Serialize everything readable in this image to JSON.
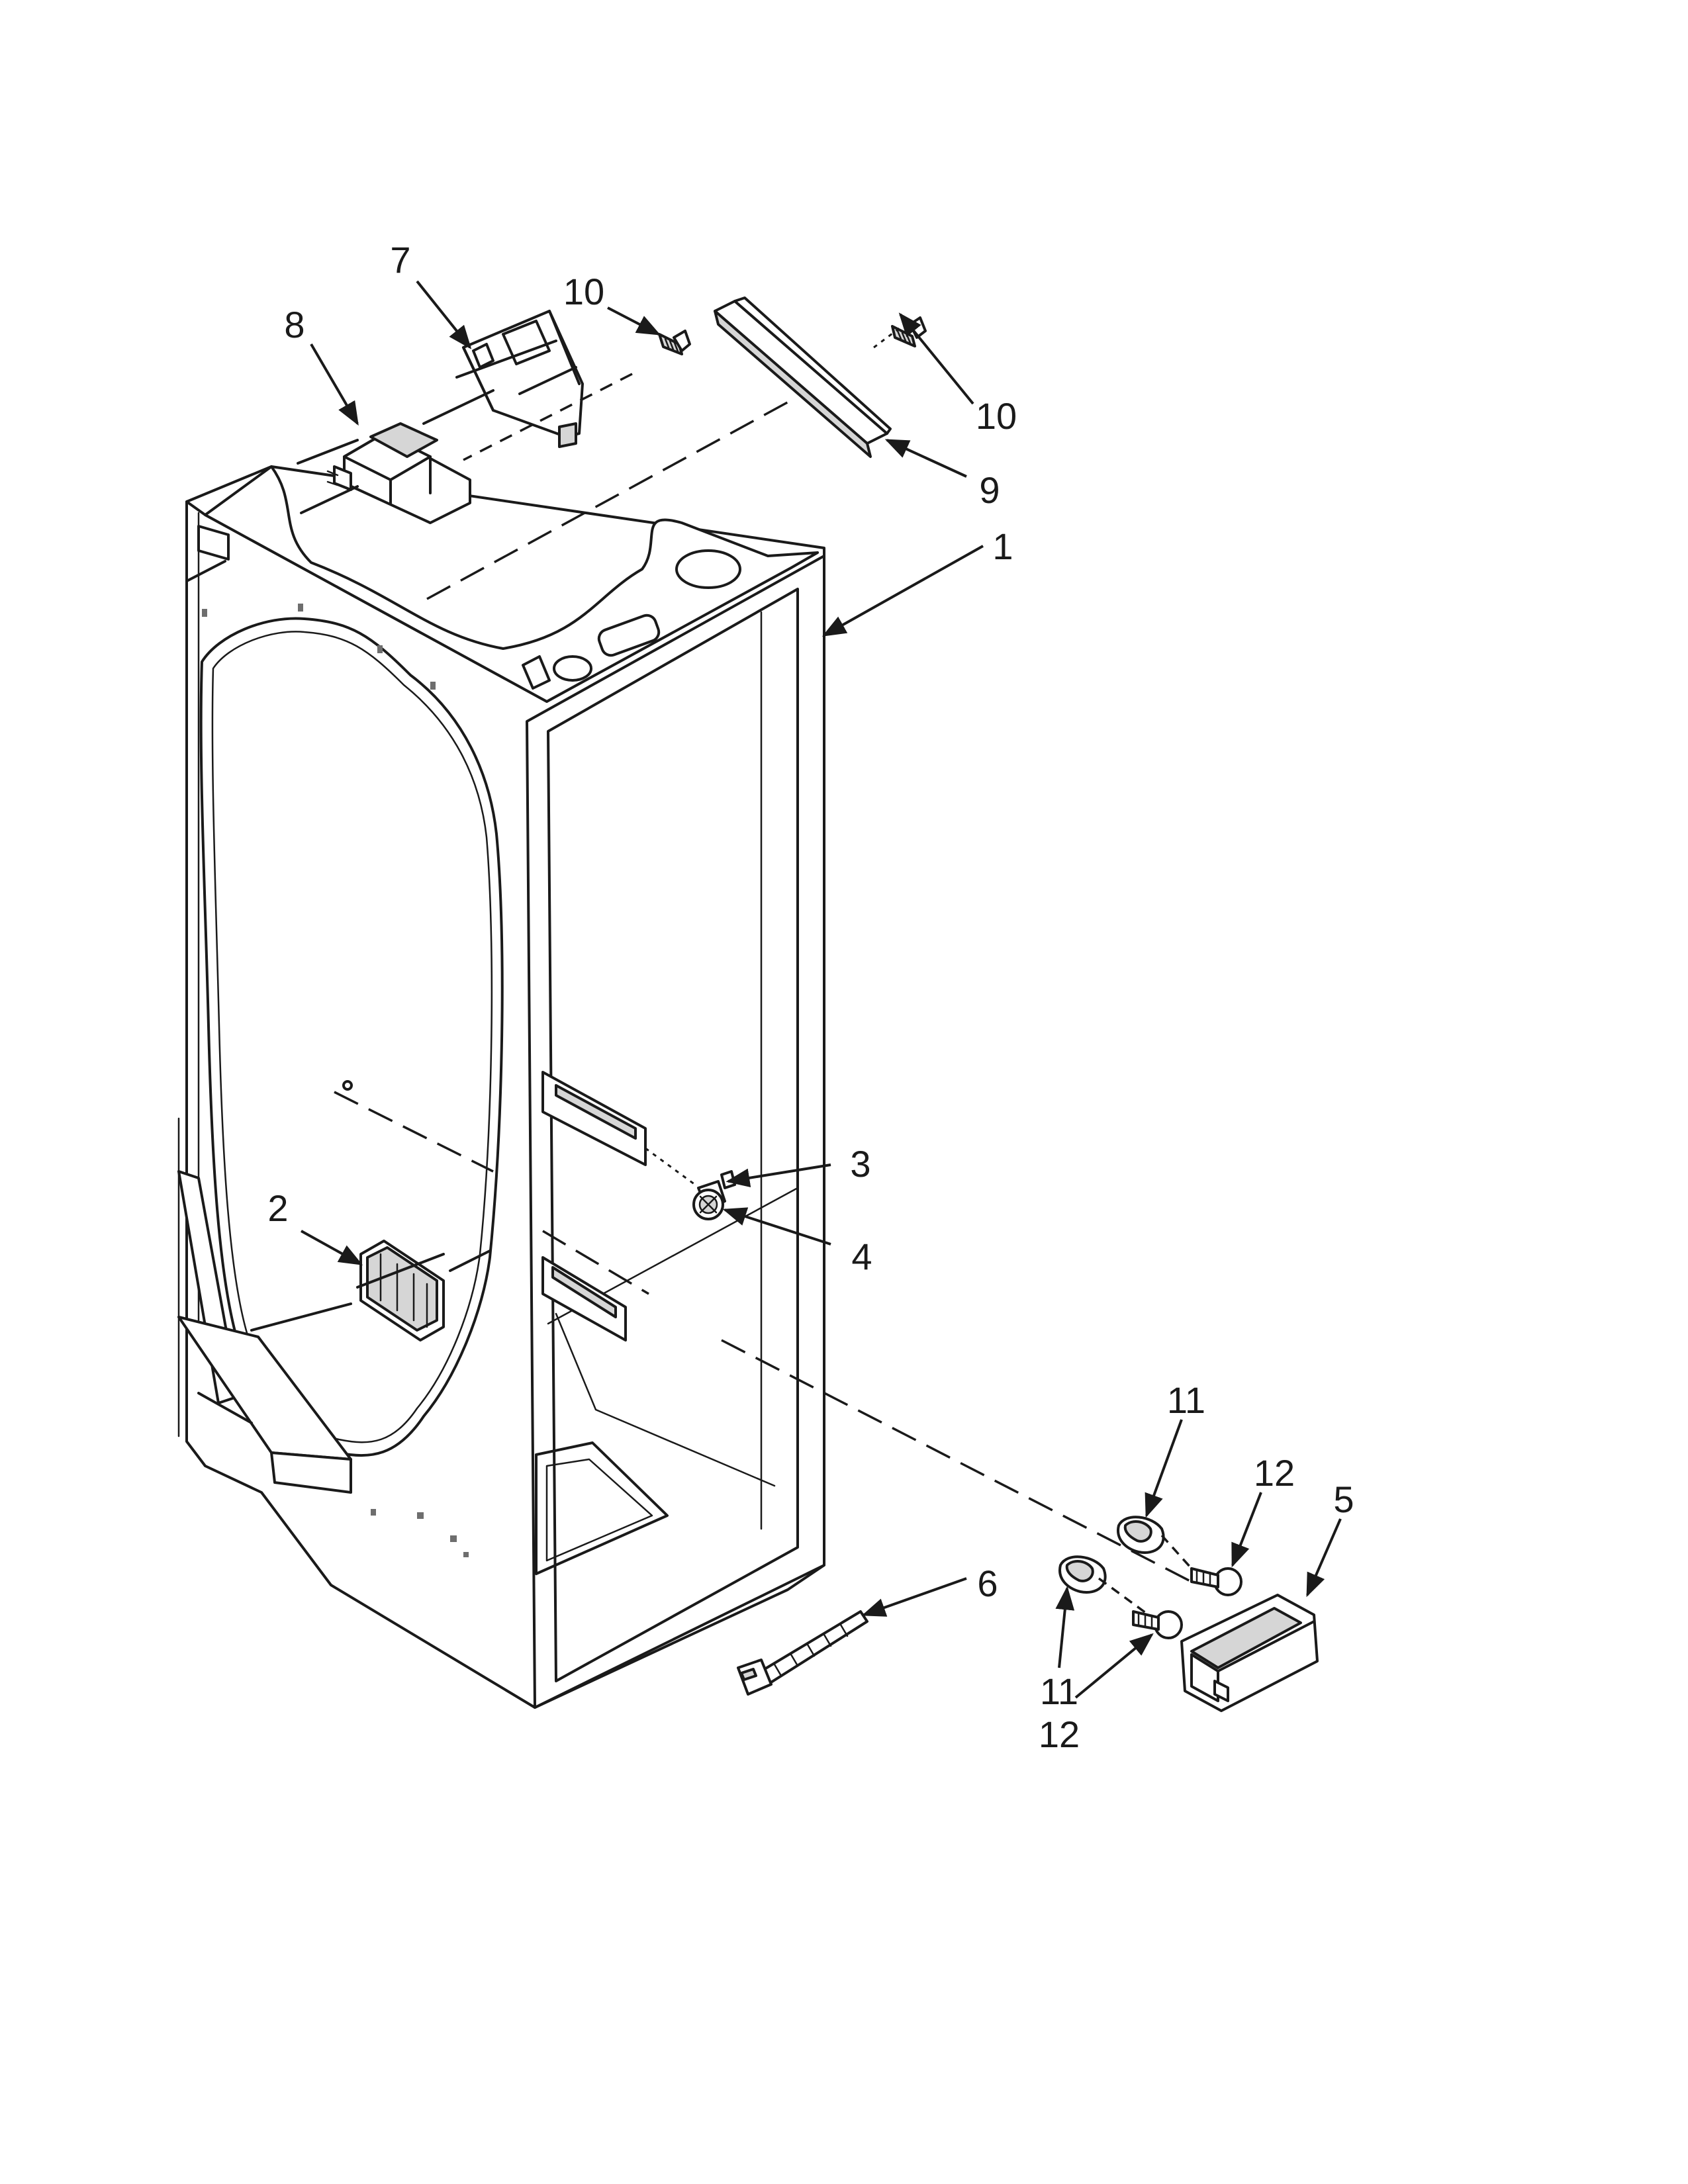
{
  "callouts": [
    {
      "id": "c7",
      "label": "7"
    },
    {
      "id": "c10a",
      "label": "10"
    },
    {
      "id": "c8",
      "label": "8"
    },
    {
      "id": "c10b",
      "label": "10"
    },
    {
      "id": "c9",
      "label": "9"
    },
    {
      "id": "c1",
      "label": "1"
    },
    {
      "id": "c3",
      "label": "3"
    },
    {
      "id": "c4",
      "label": "4"
    },
    {
      "id": "c2",
      "label": "2"
    },
    {
      "id": "c11a",
      "label": "11"
    },
    {
      "id": "c12a",
      "label": "12"
    },
    {
      "id": "c5",
      "label": "5"
    },
    {
      "id": "c6",
      "label": "6"
    },
    {
      "id": "c11b",
      "label": "11"
    },
    {
      "id": "c12b",
      "label": "12"
    }
  ]
}
